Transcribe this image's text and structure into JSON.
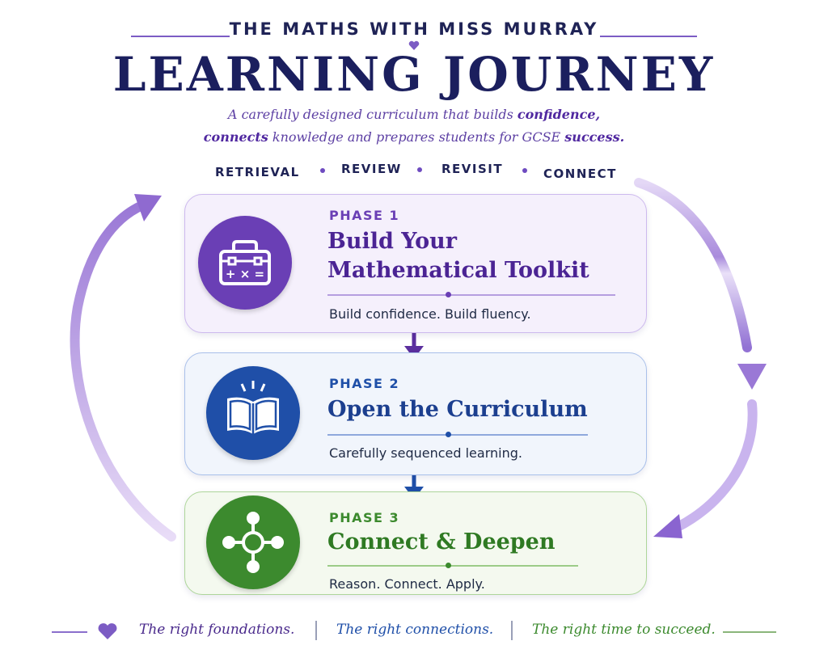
{
  "header": {
    "kicker": "THE MATHS WITH MISS MURRAY",
    "title": "LEARNING JOURNEY",
    "subtitle_line1_plain": "A carefully designed curriculum that builds ",
    "subtitle_line1_bold": "confidence,",
    "subtitle_line2_bold": "connects",
    "subtitle_line2_plain": " knowledge and prepares students for GCSE ",
    "subtitle_line2_bold2": "success."
  },
  "principles": [
    "RETRIEVAL",
    "REVIEW",
    "REVISIT",
    "CONNECT"
  ],
  "phases": [
    {
      "label": "PHASE 1",
      "title_line1": "Build Your",
      "title_line2": "Mathematical Toolkit",
      "description": "Build confidence. Build fluency.",
      "icon": "toolkit-icon",
      "color": "#6a3fb5"
    },
    {
      "label": "PHASE 2",
      "title_line1": "Open the Curriculum",
      "description": "Carefully sequenced learning.",
      "icon": "open-book-icon",
      "color": "#1f4fa8"
    },
    {
      "label": "PHASE 3",
      "title_line1": "Connect & Deepen",
      "description": "Reason. Connect. Apply.",
      "icon": "network-icon",
      "color": "#3c8a2e"
    }
  ],
  "footer": {
    "item1": "The right foundations.",
    "item2": "The right connections.",
    "item3": "The right time to succeed.",
    "color1": "#4a2a8c",
    "color2": "#1f4fa8",
    "color3": "#3c8a2e"
  }
}
